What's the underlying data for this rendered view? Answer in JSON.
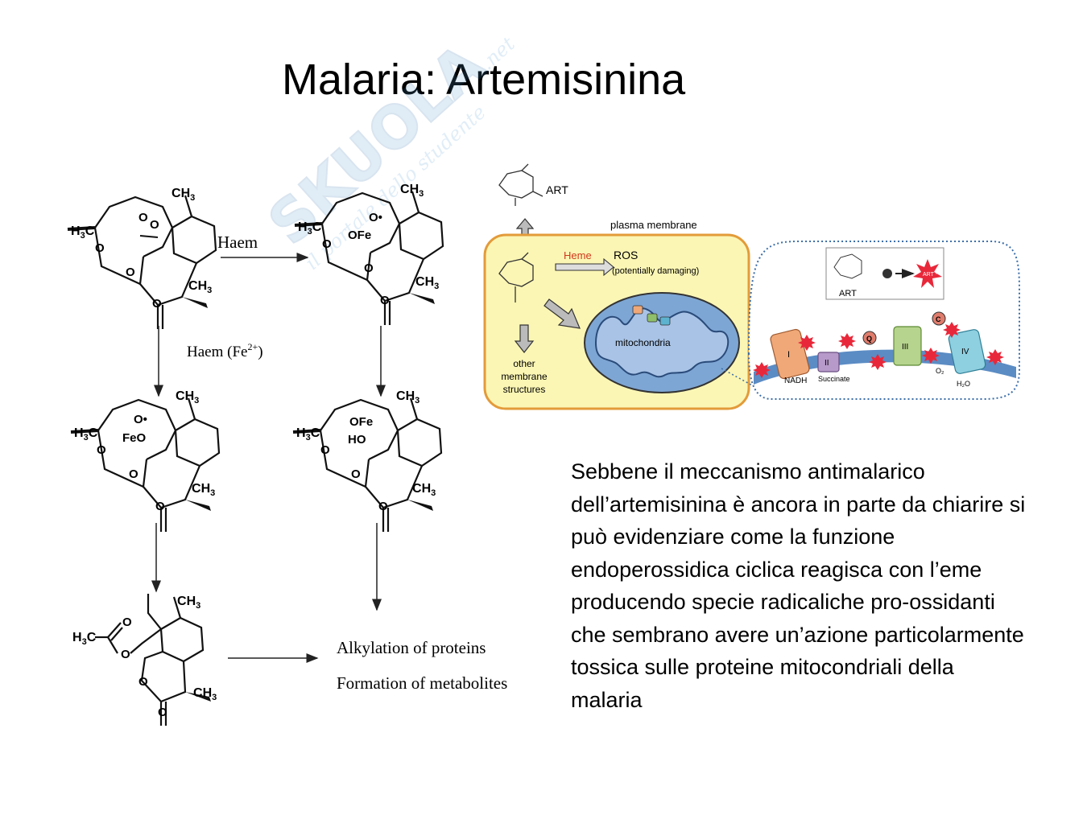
{
  "slide": {
    "title": "Malaria: Artemisinina",
    "body": "Sebbene il meccanismo antimalarico dell’artemisinina è ancora in parte da chiarire si può evidenziare come la funzione endoperossidica ciclica reagisca con l’eme producendo specie radicaliche pro-ossidanti che sembrano avere un’azione particolarmente tossica sulle proteine mitocondriali della malaria"
  },
  "watermark": {
    "brand": "SKUOLA",
    "tld": ".net",
    "tagline": "il portale dello studente"
  },
  "scheme": {
    "haem": "Haem",
    "haem_fe": "Haem (Fe",
    "haem_fe_sup": "2+",
    "haem_fe_close": ")",
    "alkylation": "Alkylation of proteins",
    "metabolites": "Formation of metabolites",
    "atoms": {
      "ch3": "CH",
      "ch3_sub": "3",
      "h3c": "H",
      "h3c_sub": "3",
      "c": "C",
      "o": "O",
      "o_dot": "O•",
      "ofe": "OFe",
      "feo": "FeO",
      "ho": "HO"
    }
  },
  "cell": {
    "art": "ART",
    "plasma_membrane": "plasma membrane",
    "heme": "Heme",
    "ros": "ROS",
    "ros_note": "(potentially damaging)",
    "mitochondria": "mitochondria",
    "other_structures": [
      "other",
      "membrane",
      "structures"
    ],
    "inset_art": "ART",
    "inset_art_star": "ART *",
    "complexes": [
      "I",
      "II",
      "III",
      "IV"
    ],
    "q": "Q",
    "c": "C",
    "nadh": "NADH",
    "succinate": "Succinate",
    "o2": "O₂",
    "h2o": "H₂O",
    "colors": {
      "cell_fill": "#fbf6b4",
      "cell_border": "#e39b3a",
      "mito_fill": "#7ea6d4",
      "mito_inner": "#5b8cc4",
      "heme": "#d0381e",
      "complex_I": "#f0a878",
      "complex_II": "#b79ac9",
      "complex_III": "#b6d48e",
      "complex_IV": "#8ecfe0",
      "ros_star": "#e8283a"
    }
  }
}
